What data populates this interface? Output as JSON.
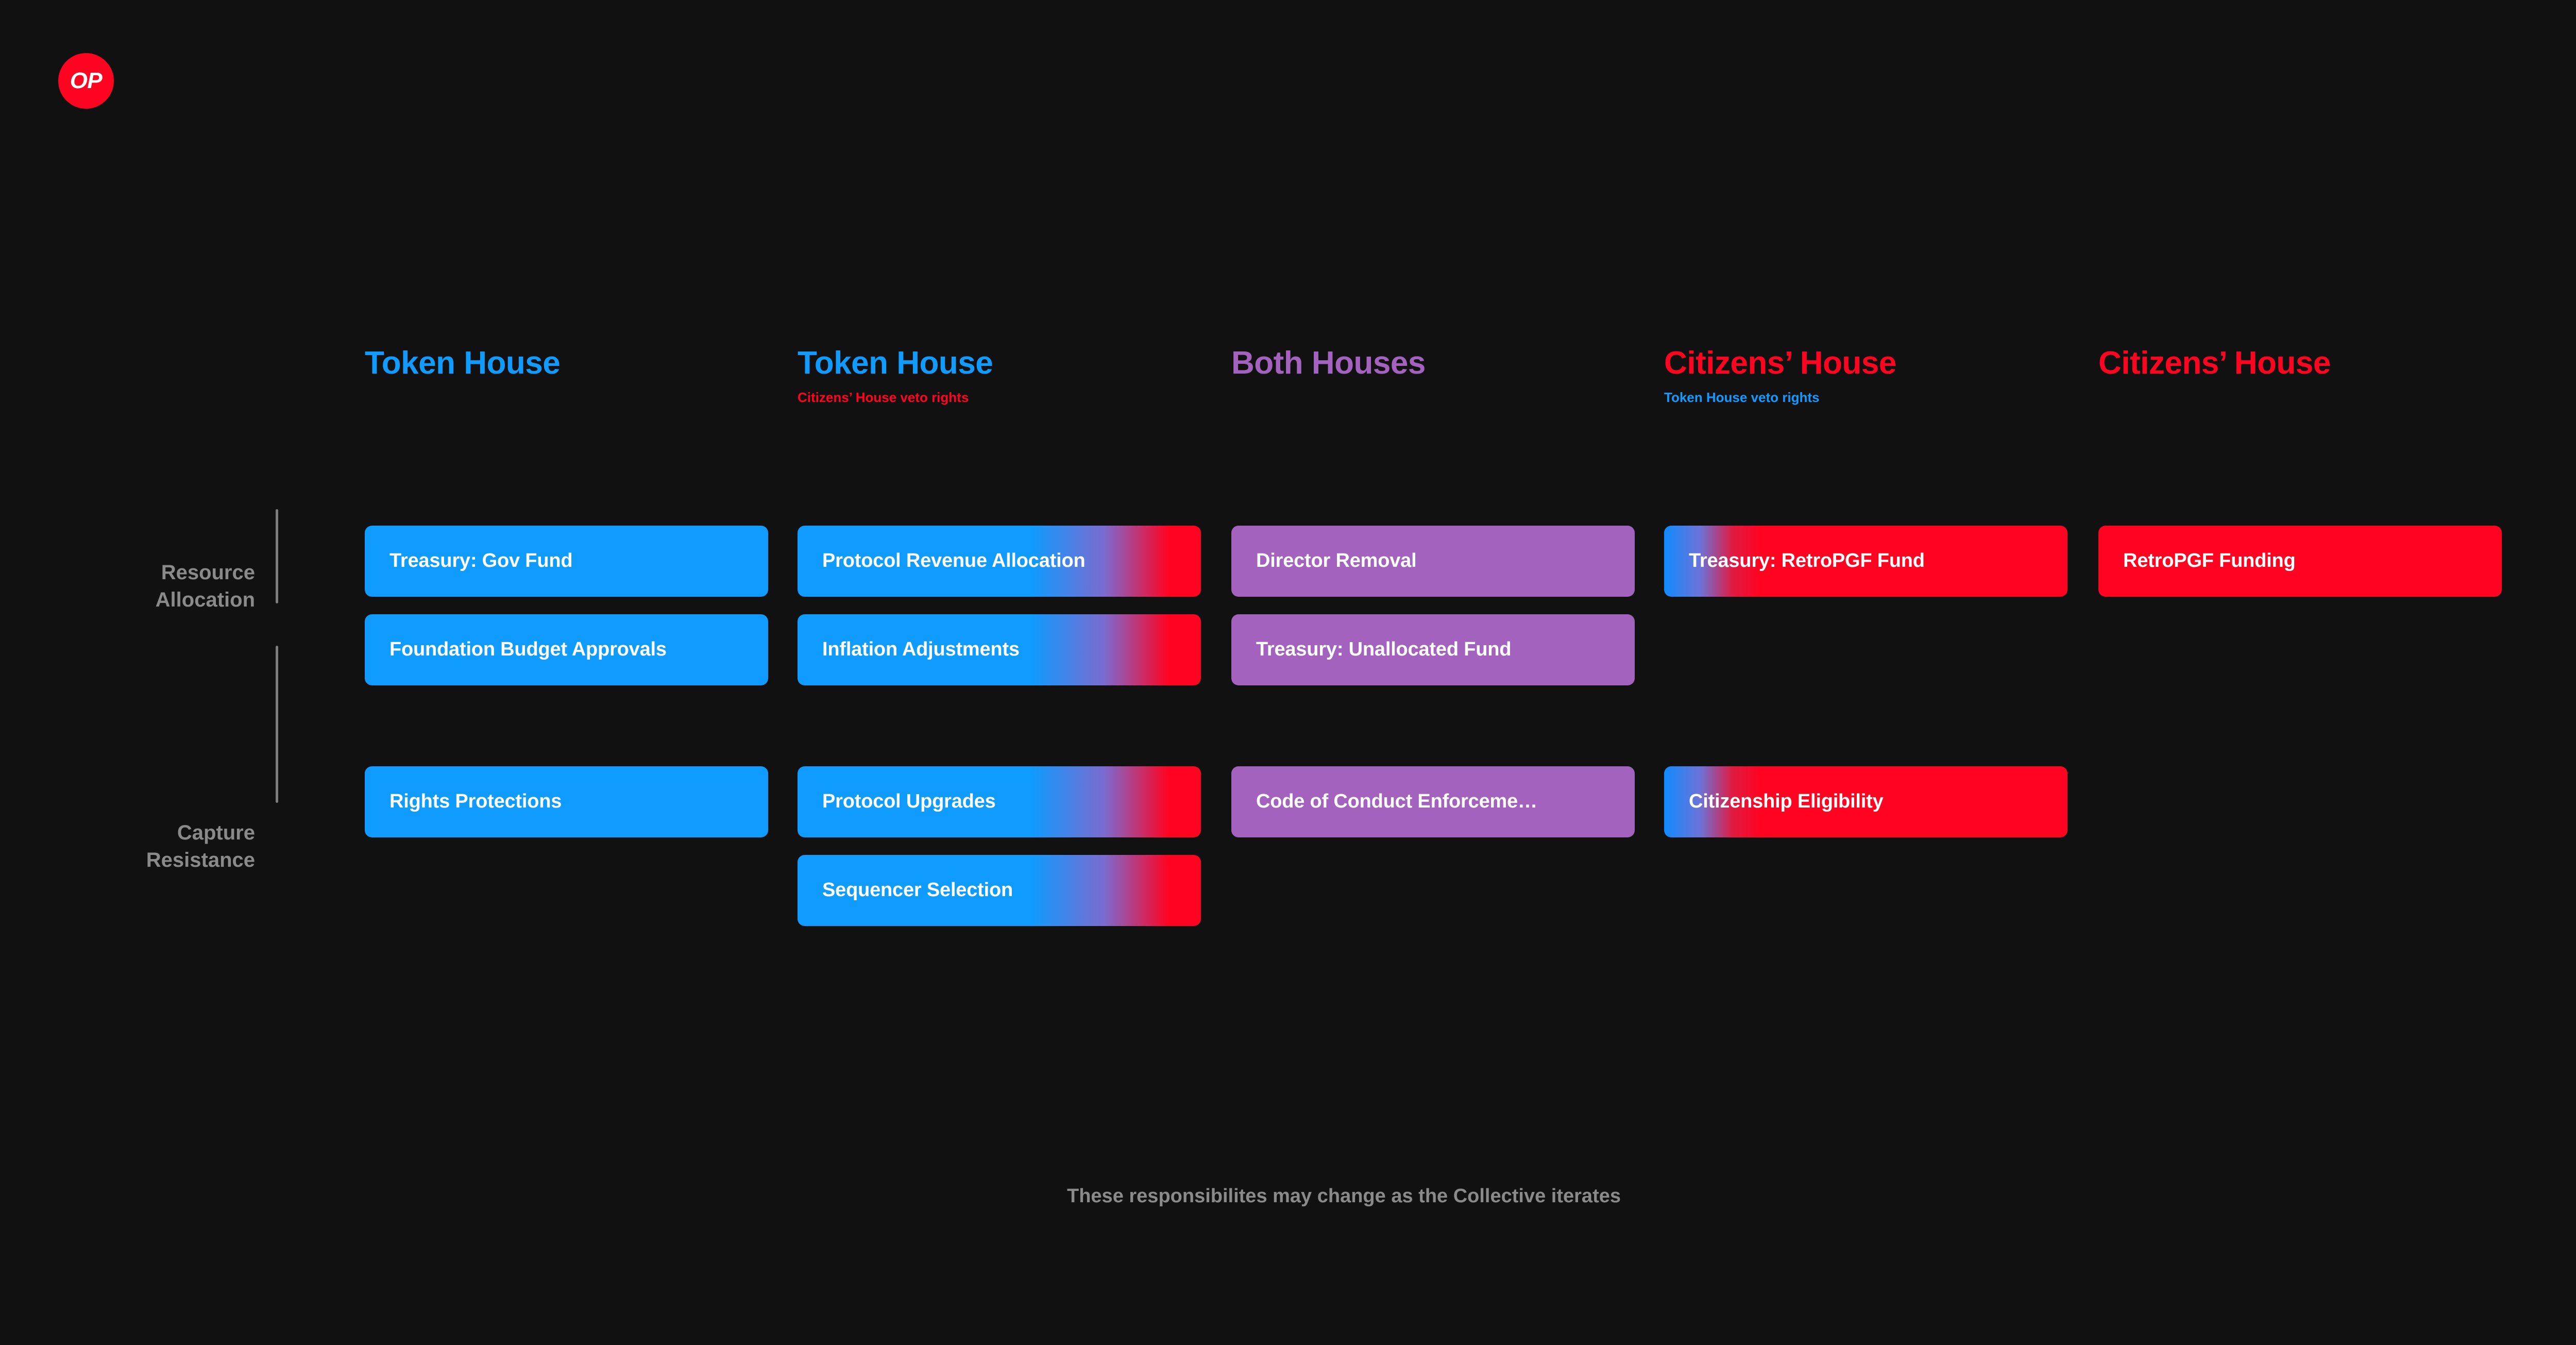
{
  "logo": {
    "text": "OP",
    "icon": "op-circle-logo",
    "color": "#FF0420"
  },
  "colors": {
    "background": "#111111",
    "token_house_blue": "#0F9BFF",
    "citizens_house_red": "#FF0320",
    "both_houses_purple": "#A362BD",
    "muted_text": "#8a8a8a"
  },
  "columns": [
    {
      "title": "Token House",
      "title_color": "#0F9BFF",
      "subtitle": "",
      "subtitle_color": "#FF0320"
    },
    {
      "title": "Token House",
      "title_color": "#0F9BFF",
      "subtitle": "Citizens’ House veto rights",
      "subtitle_color": "#FF0320"
    },
    {
      "title": "Both Houses",
      "title_color": "#A362BD",
      "subtitle": "",
      "subtitle_color": "#0F9BFF"
    },
    {
      "title": "Citizens’ House",
      "title_color": "#FF0320",
      "subtitle": "Token House veto rights",
      "subtitle_color": "#0F9BFF"
    },
    {
      "title": "Citizens’ House",
      "title_color": "#FF0320",
      "subtitle": "",
      "subtitle_color": "#0F9BFF"
    }
  ],
  "rows": [
    {
      "label": "Resource\nAllocation"
    },
    {
      "label": "Capture\nResistance"
    }
  ],
  "cards": {
    "r0c0a": "Treasury: Gov Fund",
    "r0c0b": "Foundation Budget Approvals",
    "r0c1a": "Protocol Revenue Allocation",
    "r0c1b": "Inflation Adjustments",
    "r0c2a": "Director Removal",
    "r0c2b": "Treasury: Unallocated Fund",
    "r0c3a": "Treasury: RetroPGF Fund",
    "r0c4a": "RetroPGF Funding",
    "r1c0a": "Rights Protections",
    "r1c1a": "Protocol Upgrades",
    "r1c1b": "Sequencer Selection",
    "r1c2a": "Code of Conduct Enforceme…",
    "r1c3a": "Citizenship Eligibility"
  },
  "footer": {
    "note": "These responsibilites may change as the Collective iterates"
  }
}
